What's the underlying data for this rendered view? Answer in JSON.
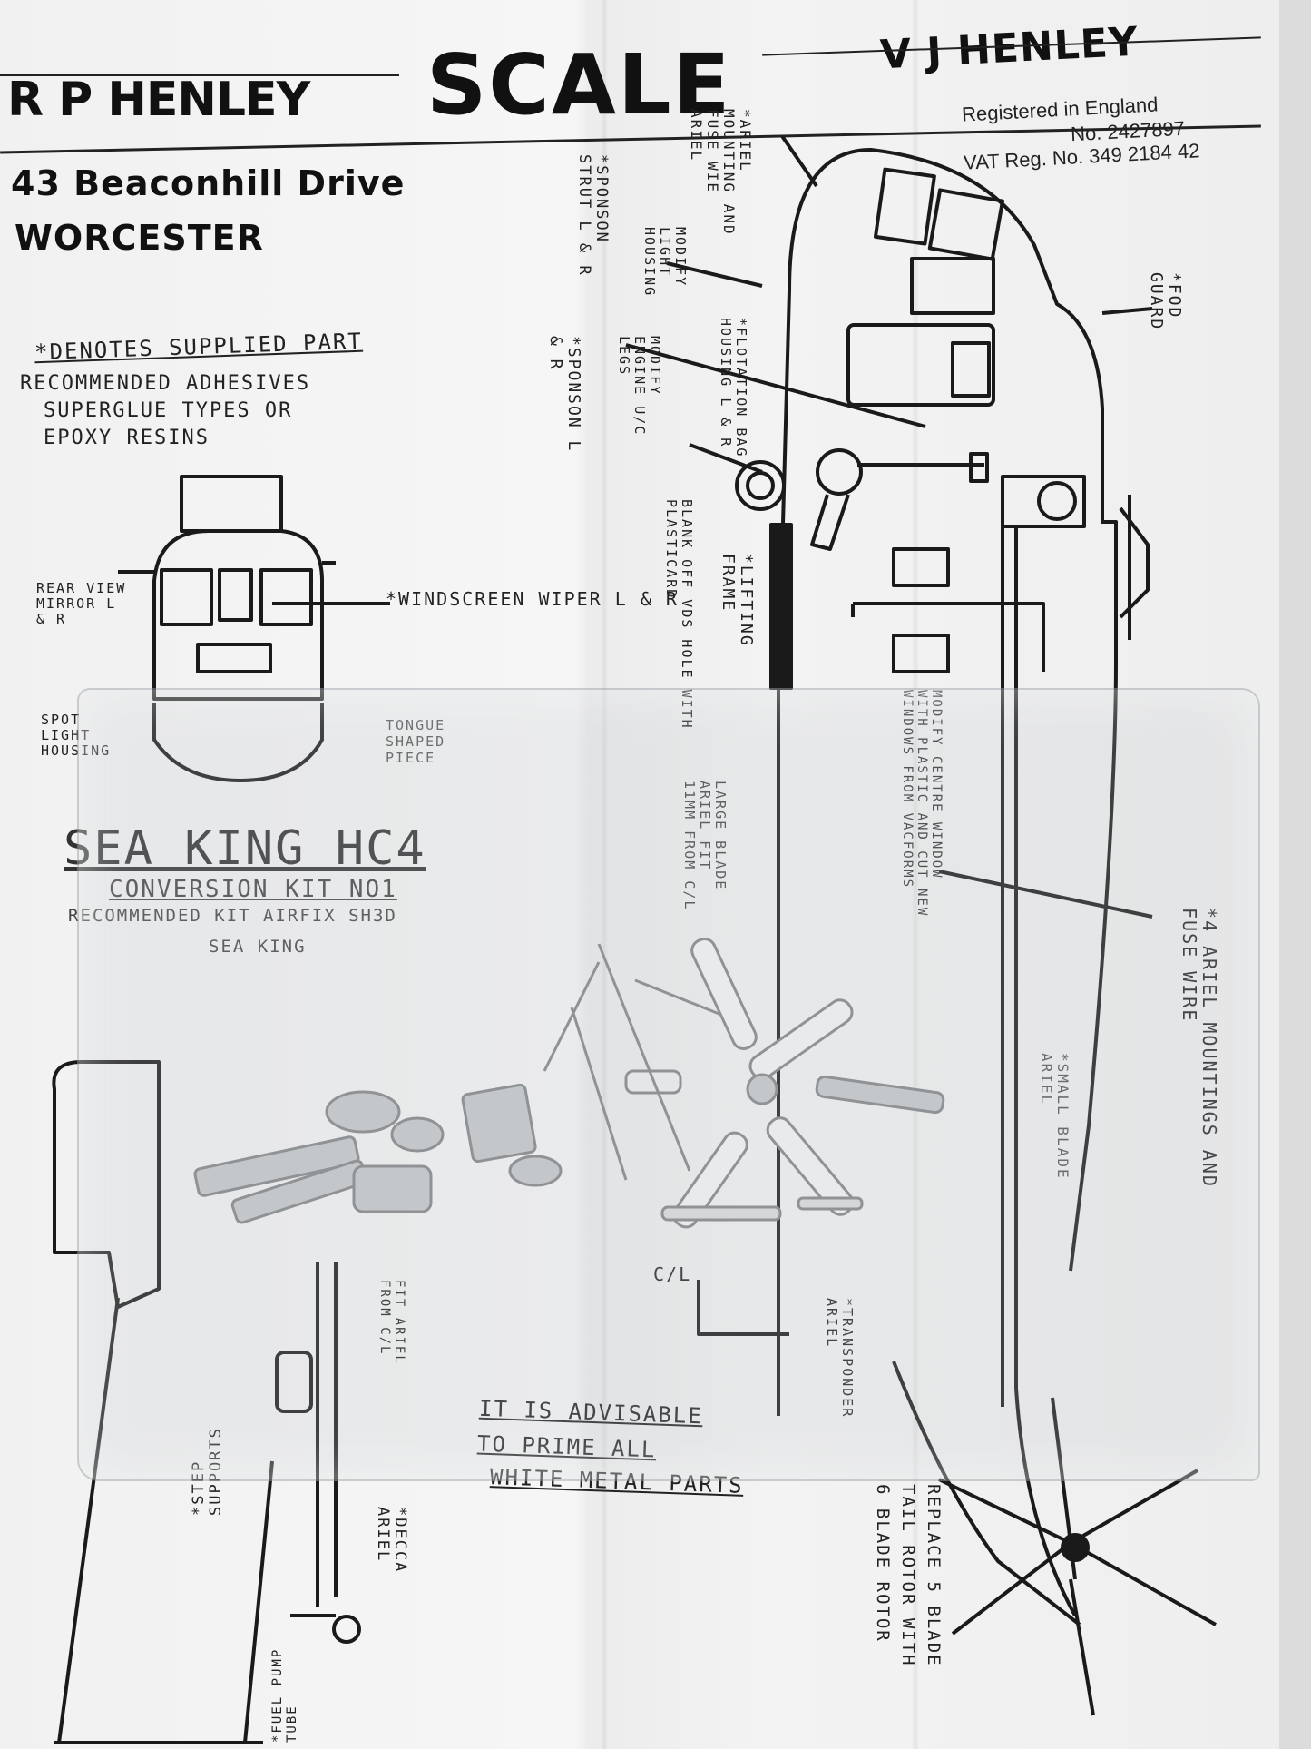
{
  "header": {
    "brand_left": "R P HENLEY",
    "brand_center": "SCALE",
    "brand_right": "V J HENLEY",
    "address_line1": "43 Beaconhill Drive",
    "address_line2": "WORCESTER",
    "reg_line1": "Registered in England",
    "reg_line2": "No. 2427897",
    "reg_line3": "VAT Reg. No. 349 2184 42"
  },
  "notes": {
    "supplied": "*DENOTES SUPPLIED PART",
    "adhesive1": "RECOMMENDED ADHESIVES",
    "adhesive2": "SUPERGLUE TYPES OR",
    "adhesive3": "EPOXY RESINS"
  },
  "kit": {
    "title": "SEA KING HC4",
    "subtitle": "CONVERSION KIT No1",
    "recommended1": "RECOMMENDED KIT AIRFIX SH3D",
    "recommended2": "SEA KING"
  },
  "front_labels": {
    "mirror": "REAR VIEW MIRROR L & R",
    "wiper": "*WINDSCREEN WIPER L & R",
    "spotlight": "SPOT LIGHT HOUSING",
    "tongue": "TONGUE SHAPED PIECE"
  },
  "side_labels": {
    "ariel_mounting": "*ARIEL MOUNTING AND FUSE WIE ARIEL",
    "sponson_strut": "*SPONSON STRUT L & R",
    "modify_light": "MODIFY LIGHT HOUSING",
    "flotation": "*FLOTATION BAG HOUSING L & R",
    "sponson": "*SPONSON L & R",
    "modify_engine": "MODIFY ENGINE U/C LEGS",
    "blank_off": "BLANK OFF VDS HOLE WITH PLASTICARD",
    "lifting_frame": "*LIFTING FRAME",
    "fod_guard": "*FOD GUARD",
    "modify_centre": "MODIFY CENTRE WINDOW WITH PLASTIC AND CUT NEW WINDOWS FROM VACFORMS",
    "large_blade": "LARGE BLADE ARIEL FIT 11mm FROM C/L",
    "four_ariel": "*4 ARIEL MOUNTINGS AND FUSE WIRE",
    "small_blade": "*SMALL BLADE ARIEL",
    "fit_ariel": "FIT ARIEL FROM C/L",
    "c_l": "C/L",
    "transponder": "*TRANSPONDER ARIEL",
    "step_supports": "*STEP SUPPORTS",
    "decca": "*DECCA ARIEL",
    "fuel_pump": "*FUEL PUMP TUBE",
    "replace1": "REPLACE 5 BLADE",
    "replace2": "TAIL ROTOR WITH",
    "replace3": "6 BLADE ROTOR"
  },
  "advice": {
    "line1": "IT IS ADVISABLE",
    "line2": "TO PRIME ALL",
    "line3": "WHITE METAL PARTS"
  },
  "colors": {
    "ink": "#1a1a1a",
    "paper": "#f2f2f2",
    "metal": "#b9bcbe"
  }
}
